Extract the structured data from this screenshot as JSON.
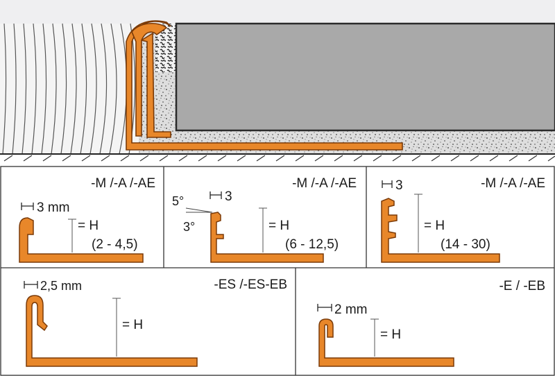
{
  "colors": {
    "profile": "#e8872a",
    "profile_edge": "#7a3a08",
    "tile": "#a9a9a9",
    "floor": "#dcdcdc",
    "line": "#3a3a3a"
  },
  "panels": [
    {
      "id": "p1",
      "series": "-M /-A /-AE",
      "thickness": "3 mm",
      "height_label": "= H",
      "range": "(2 - 4,5)"
    },
    {
      "id": "p2",
      "series": "-M /-A /-AE",
      "angle_top": "5°",
      "angle_bottom": "3°",
      "thickness": "3",
      "height_label": "= H",
      "range": "(6 - 12,5)"
    },
    {
      "id": "p3",
      "series": "-M /-A /-AE",
      "thickness": "3",
      "height_label": "= H",
      "range": "(14 - 30)"
    },
    {
      "id": "p4",
      "series": "-ES /-ES-EB",
      "thickness": "2,5 mm",
      "height_label": "= H"
    },
    {
      "id": "p5",
      "series": "-E / -EB",
      "thickness": "2 mm",
      "height_label": "= H"
    }
  ]
}
